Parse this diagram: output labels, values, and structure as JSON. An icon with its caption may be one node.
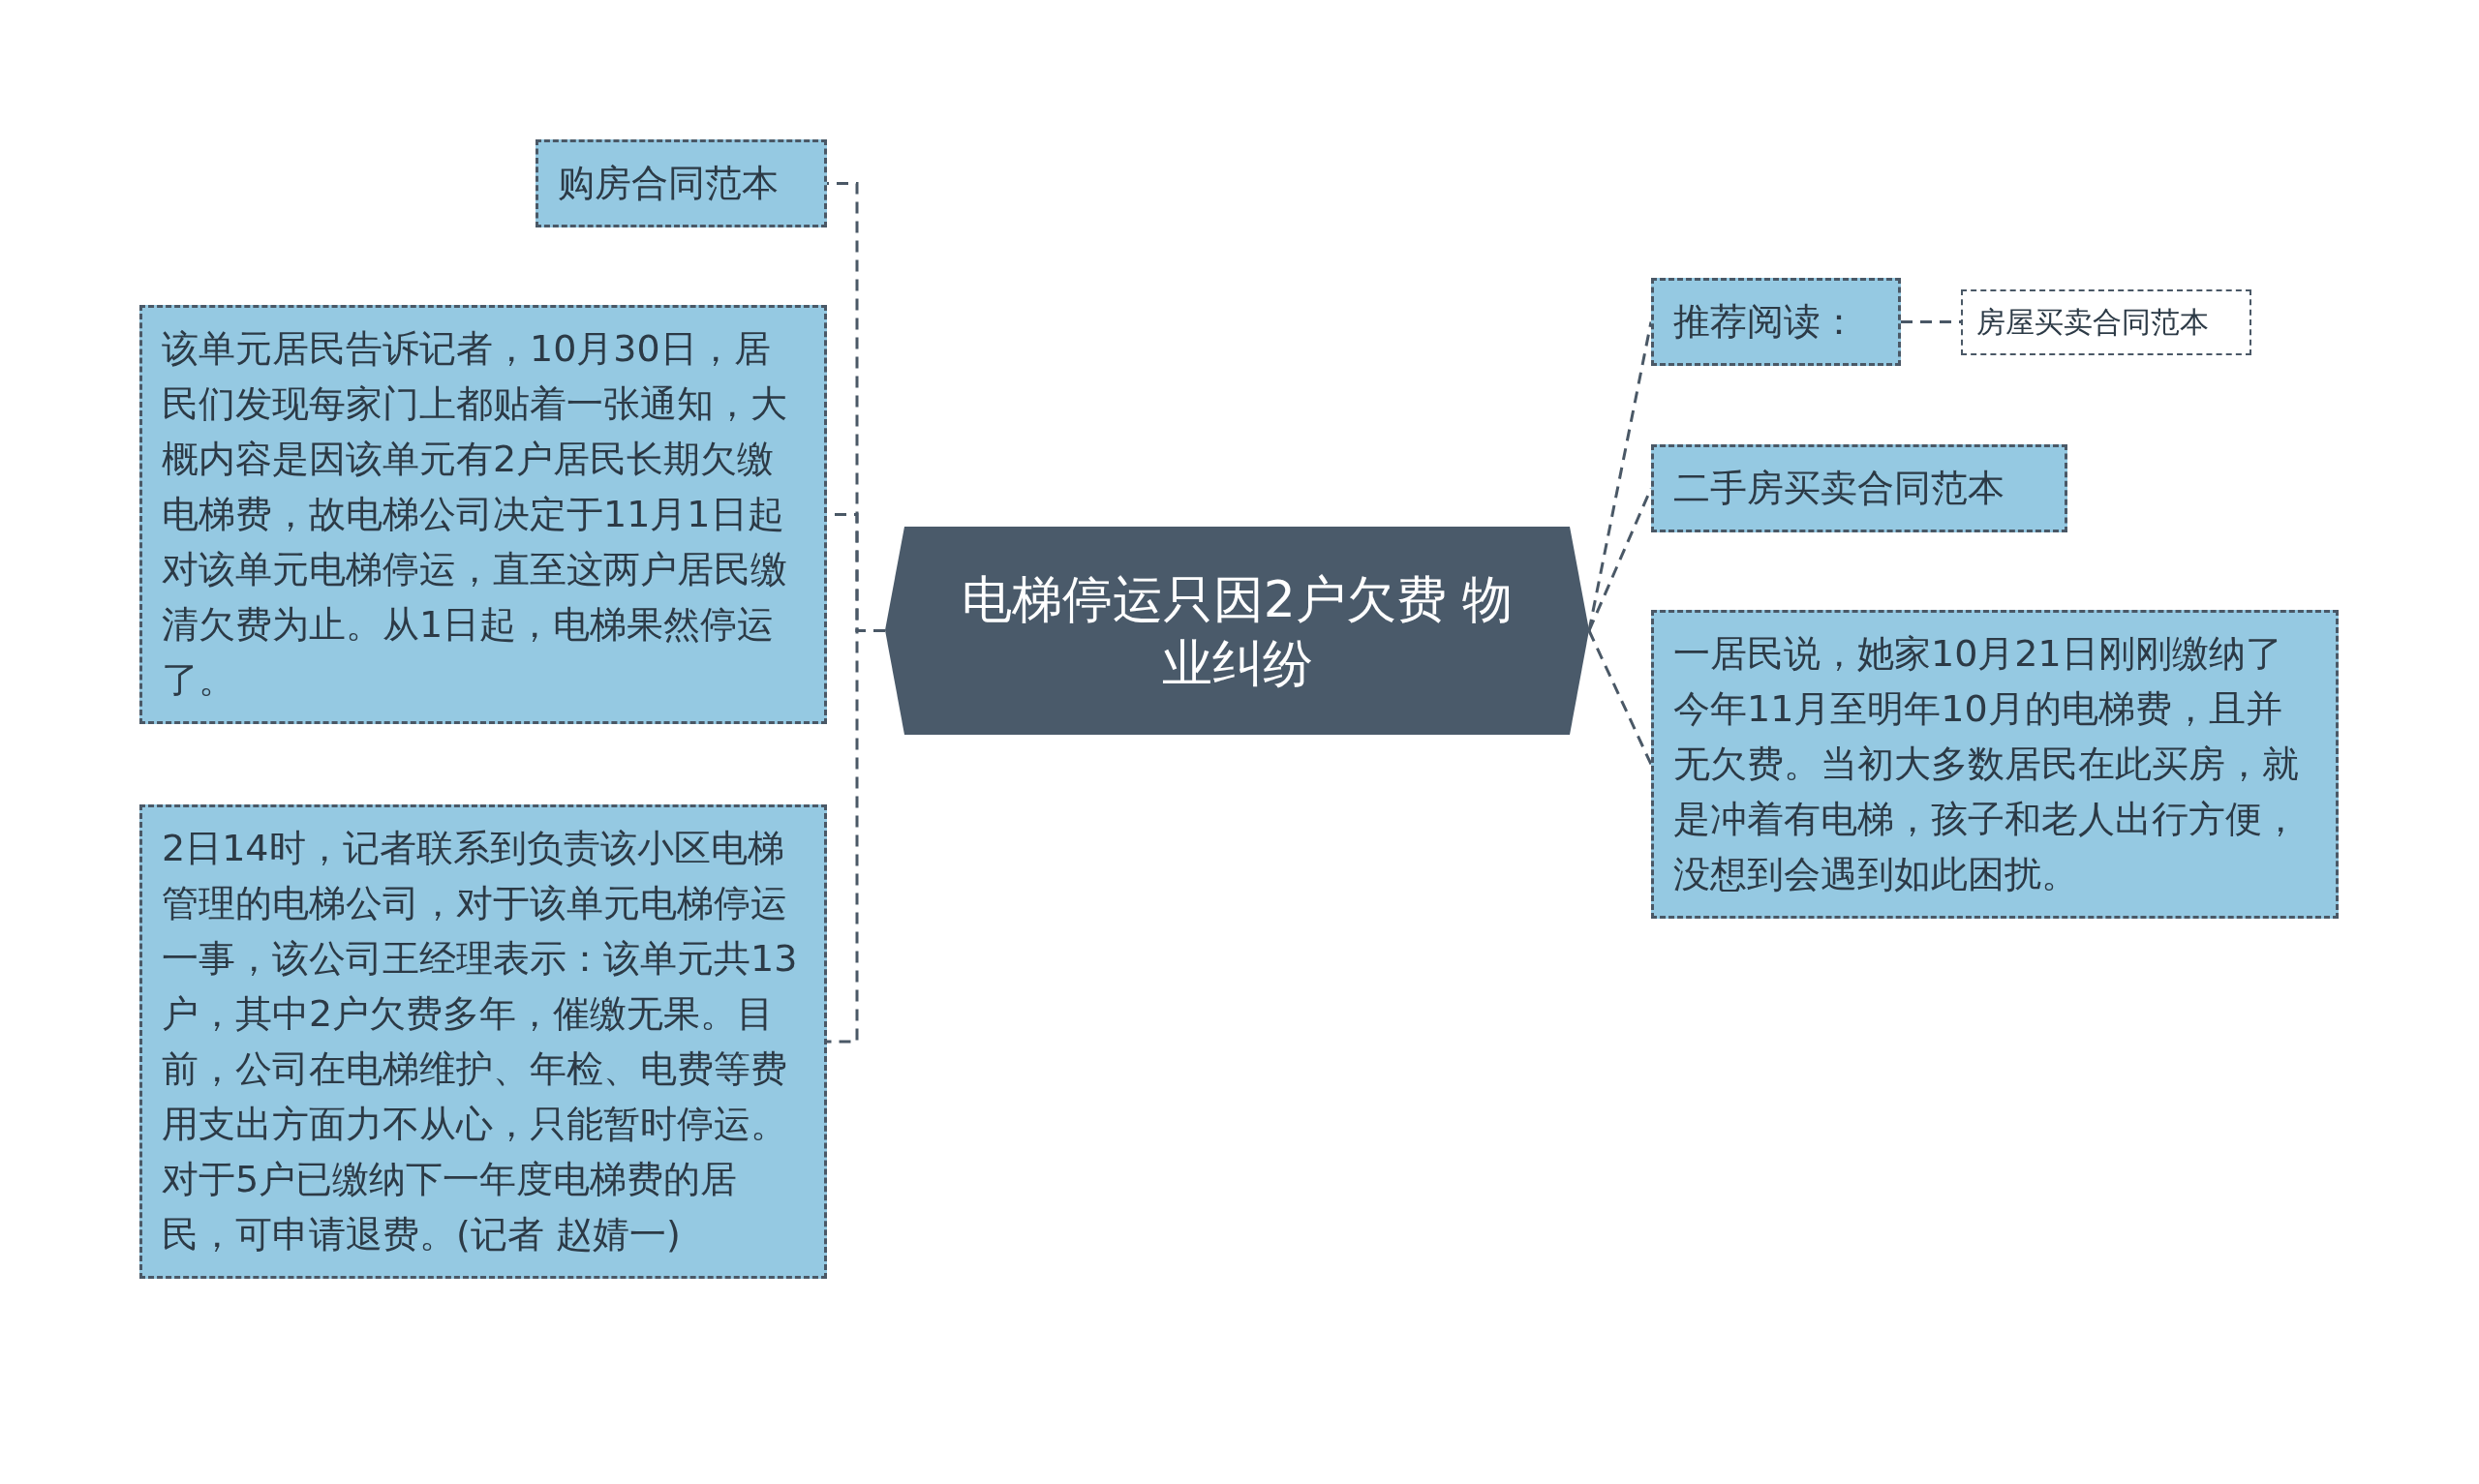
{
  "diagram": {
    "nodes": [
      {
        "text": [
          "电梯停运只因2户欠费 物业纠纷"
        ]
      },
      {
        "text": [
          "购房合同范本"
        ]
      },
      {
        "text": [
          "该单元居民告诉记者，10月30日，居民们发现每家门上都贴着一张通知，大概内容是因该单元有2户居民长期欠缴电梯费，故电梯公司决定于11月1日起对该单元电梯停运，直至这两户居民缴清欠费为止。从1日起，电梯果然停运了。"
        ]
      },
      {
        "text": [
          "2日14时，记者联系到负责该小区电梯管理的电梯公司，对于该单元电梯停运一事，该公司王经理表示：该单元共13户，其中2户欠费多年，催缴无果。目前，公司在电梯维护、年检、电费等费用支出方面力不从心，只能暂时停运。对于5户已缴纳下一年度电梯费的居民，可申请退费。(记者 赵婧一)"
        ]
      },
      {
        "text": [
          "推荐阅读："
        ]
      },
      {
        "text": [
          "房屋买卖合同范本"
        ]
      },
      {
        "text": [
          "二手房买卖合同范本"
        ]
      },
      {
        "text": [
          "一居民说，她家10月21日刚刚缴纳了今年11月至明年10月的电梯费，且并无欠费。当初大多数居民在此买房，就是冲着有电梯，孩子和老人出行方便，没想到会遇到如此困扰。"
        ]
      }
    ],
    "edges": [
      {
        "from": 0,
        "to": 1,
        "arrow": "none"
      },
      {
        "from": 0,
        "to": 2,
        "arrow": "none"
      },
      {
        "from": 0,
        "to": 3,
        "arrow": "none"
      },
      {
        "from": 0,
        "to": 4,
        "arrow": "none"
      },
      {
        "from": 4,
        "to": 5,
        "arrow": "none"
      },
      {
        "from": 0,
        "to": 6,
        "arrow": "none"
      },
      {
        "from": 0,
        "to": 7,
        "arrow": "none"
      }
    ]
  }
}
